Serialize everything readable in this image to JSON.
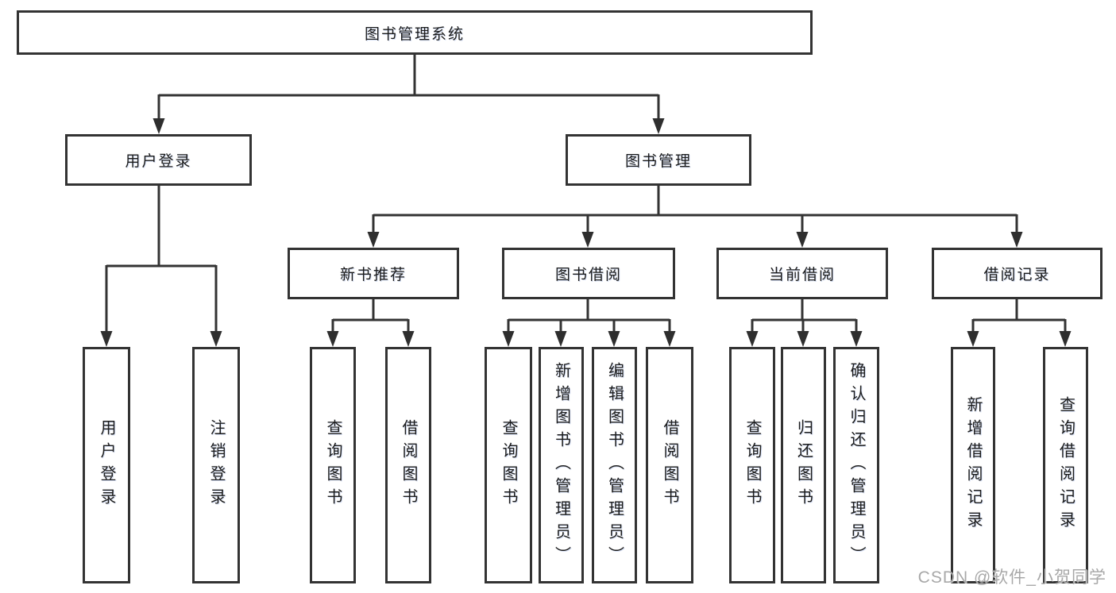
{
  "tree": {
    "root": {
      "label": "图书管理系统",
      "children": [
        {
          "label": "用户登录",
          "children": [
            {
              "label": "用户登录"
            },
            {
              "label": "注销登录"
            }
          ]
        },
        {
          "label": "图书管理",
          "children": [
            {
              "label": "新书推荐",
              "children": [
                {
                  "label": "查询图书"
                },
                {
                  "label": "借阅图书"
                }
              ]
            },
            {
              "label": "图书借阅",
              "children": [
                {
                  "label": "查询图书"
                },
                {
                  "label": "新增图书（管理员）"
                },
                {
                  "label": "编辑图书（管理员）"
                },
                {
                  "label": "借阅图书"
                }
              ]
            },
            {
              "label": "当前借阅",
              "children": [
                {
                  "label": "查询图书"
                },
                {
                  "label": "归还图书"
                },
                {
                  "label": "确认归还（管理员）"
                }
              ]
            },
            {
              "label": "借阅记录",
              "children": [
                {
                  "label": "新增借阅记录"
                },
                {
                  "label": "查询借阅记录"
                }
              ]
            }
          ]
        }
      ]
    }
  },
  "watermark": {
    "text": "CSDN @软件_小贺同学"
  },
  "colors": {
    "line": "#333333",
    "box_border": "#333333",
    "text": "#1c1c1c",
    "watermark": "#a8a8a8"
  }
}
